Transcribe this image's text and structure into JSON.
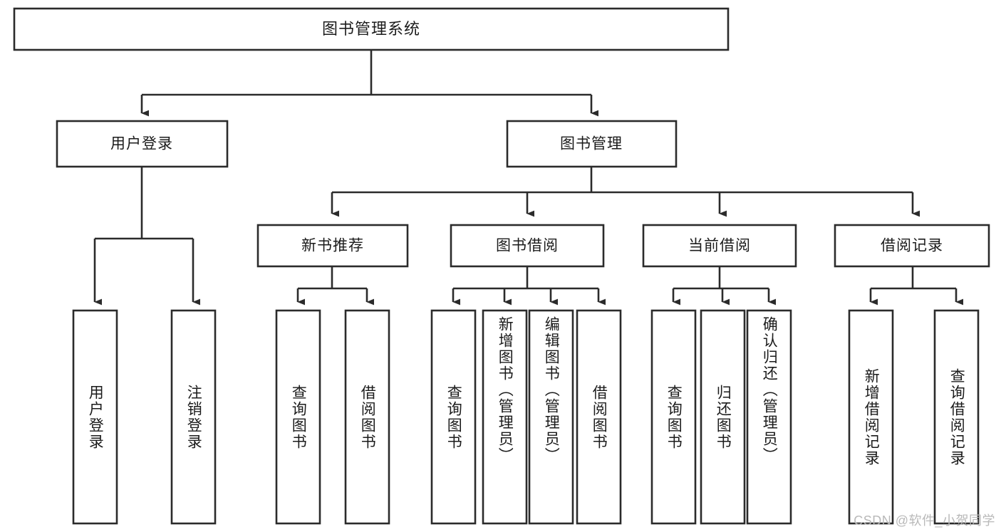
{
  "diagram": {
    "type": "hierarchy-tree",
    "title": "图书管理系统",
    "root": {
      "id": "root",
      "label": "图书管理系统"
    },
    "level2": [
      {
        "id": "user-login",
        "label": "用户登录"
      },
      {
        "id": "book-manage",
        "label": "图书管理"
      }
    ],
    "level3": [
      {
        "id": "new-book-recommend",
        "label": "新书推荐",
        "parent": "book-manage"
      },
      {
        "id": "book-borrow",
        "label": "图书借阅",
        "parent": "book-manage"
      },
      {
        "id": "current-borrow",
        "label": "当前借阅",
        "parent": "book-manage"
      },
      {
        "id": "borrow-record",
        "label": "借阅记录",
        "parent": "book-manage"
      }
    ],
    "leaves": [
      {
        "id": "leaf-user-login",
        "label": "用户登录",
        "parent": "user-login"
      },
      {
        "id": "leaf-logout",
        "label": "注销登录",
        "parent": "user-login"
      },
      {
        "id": "leaf-query-book-1",
        "label": "查询图书",
        "parent": "new-book-recommend"
      },
      {
        "id": "leaf-borrow-book-1",
        "label": "借阅图书",
        "parent": "new-book-recommend"
      },
      {
        "id": "leaf-query-book-2",
        "label": "查询图书",
        "parent": "book-borrow"
      },
      {
        "id": "leaf-add-book",
        "label": "新增图书（管理员）",
        "parent": "book-borrow"
      },
      {
        "id": "leaf-edit-book",
        "label": "编辑图书（管理员）",
        "parent": "book-borrow"
      },
      {
        "id": "leaf-borrow-book-2",
        "label": "借阅图书",
        "parent": "book-borrow"
      },
      {
        "id": "leaf-query-book-3",
        "label": "查询图书",
        "parent": "current-borrow"
      },
      {
        "id": "leaf-return-book",
        "label": "归还图书",
        "parent": "current-borrow"
      },
      {
        "id": "leaf-confirm-return",
        "label": "确认归还（管理员）",
        "parent": "current-borrow"
      },
      {
        "id": "leaf-add-record",
        "label": "新增借阅记录",
        "parent": "borrow-record"
      },
      {
        "id": "leaf-query-record",
        "label": "查询借阅记录",
        "parent": "borrow-record"
      }
    ]
  },
  "watermark": {
    "text": "CSDN @软件_小贺同学"
  },
  "colors": {
    "stroke": "#2b2b2b",
    "fill": "#ffffff",
    "text": "#1b1b1b",
    "watermark": "#b9b9b9"
  }
}
